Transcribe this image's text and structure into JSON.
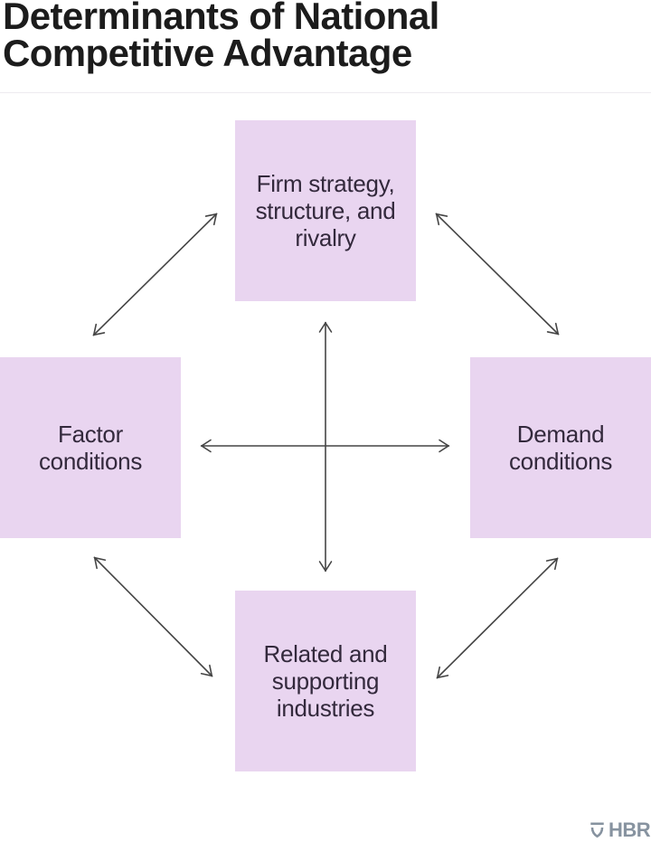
{
  "title": {
    "text": "Determinants of National Competitive Advantage"
  },
  "diagram": {
    "type": "diamond-model",
    "nodes": [
      {
        "id": "firm-strategy",
        "position": "top",
        "label": "Firm strategy, structure, and rivalry"
      },
      {
        "id": "factor-conditions",
        "position": "left",
        "label": "Factor conditions"
      },
      {
        "id": "demand-conditions",
        "position": "right",
        "label": "Demand conditions"
      },
      {
        "id": "related-industries",
        "position": "bottom",
        "label": "Related and supporting industries"
      }
    ],
    "edges": [
      {
        "from": "factor-conditions",
        "to": "firm-strategy",
        "style": "double-headed"
      },
      {
        "from": "firm-strategy",
        "to": "demand-conditions",
        "style": "double-headed"
      },
      {
        "from": "factor-conditions",
        "to": "demand-conditions",
        "style": "double-headed"
      },
      {
        "from": "firm-strategy",
        "to": "related-industries",
        "style": "double-headed"
      },
      {
        "from": "factor-conditions",
        "to": "related-industries",
        "style": "double-headed"
      },
      {
        "from": "related-industries",
        "to": "demand-conditions",
        "style": "double-headed"
      }
    ],
    "colors": {
      "node_fill": "#e9d5f0",
      "node_text": "#33293c",
      "arrow": "#454545",
      "title_text": "#1c1c1c"
    }
  },
  "footer": {
    "brand": "HBR",
    "brand_icon": "hbr-shield-icon",
    "brand_color": "#8793a0"
  }
}
